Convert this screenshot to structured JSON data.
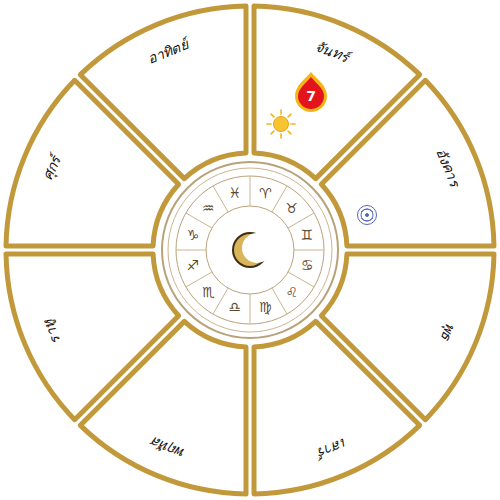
{
  "diagram": {
    "nodes": [
      {
        "text": [
          "อาทิตย์"
        ]
      },
      {
        "text": [
          "จันทร์"
        ]
      },
      {
        "text": [
          "อังคาร"
        ]
      },
      {
        "text": [
          "พุธ"
        ]
      },
      {
        "text": [
          "เสาร์"
        ]
      },
      {
        "text": [
          "พฤหัส"
        ]
      },
      {
        "text": [
          "ราหู"
        ]
      },
      {
        "text": [
          "ศุกร์"
        ]
      }
    ],
    "labels": [
      "7",
      "♓",
      "♈",
      "♉",
      "♊",
      "♋",
      "♌",
      "♍",
      "♎",
      "♏",
      "♐",
      "♑",
      "♒"
    ]
  }
}
